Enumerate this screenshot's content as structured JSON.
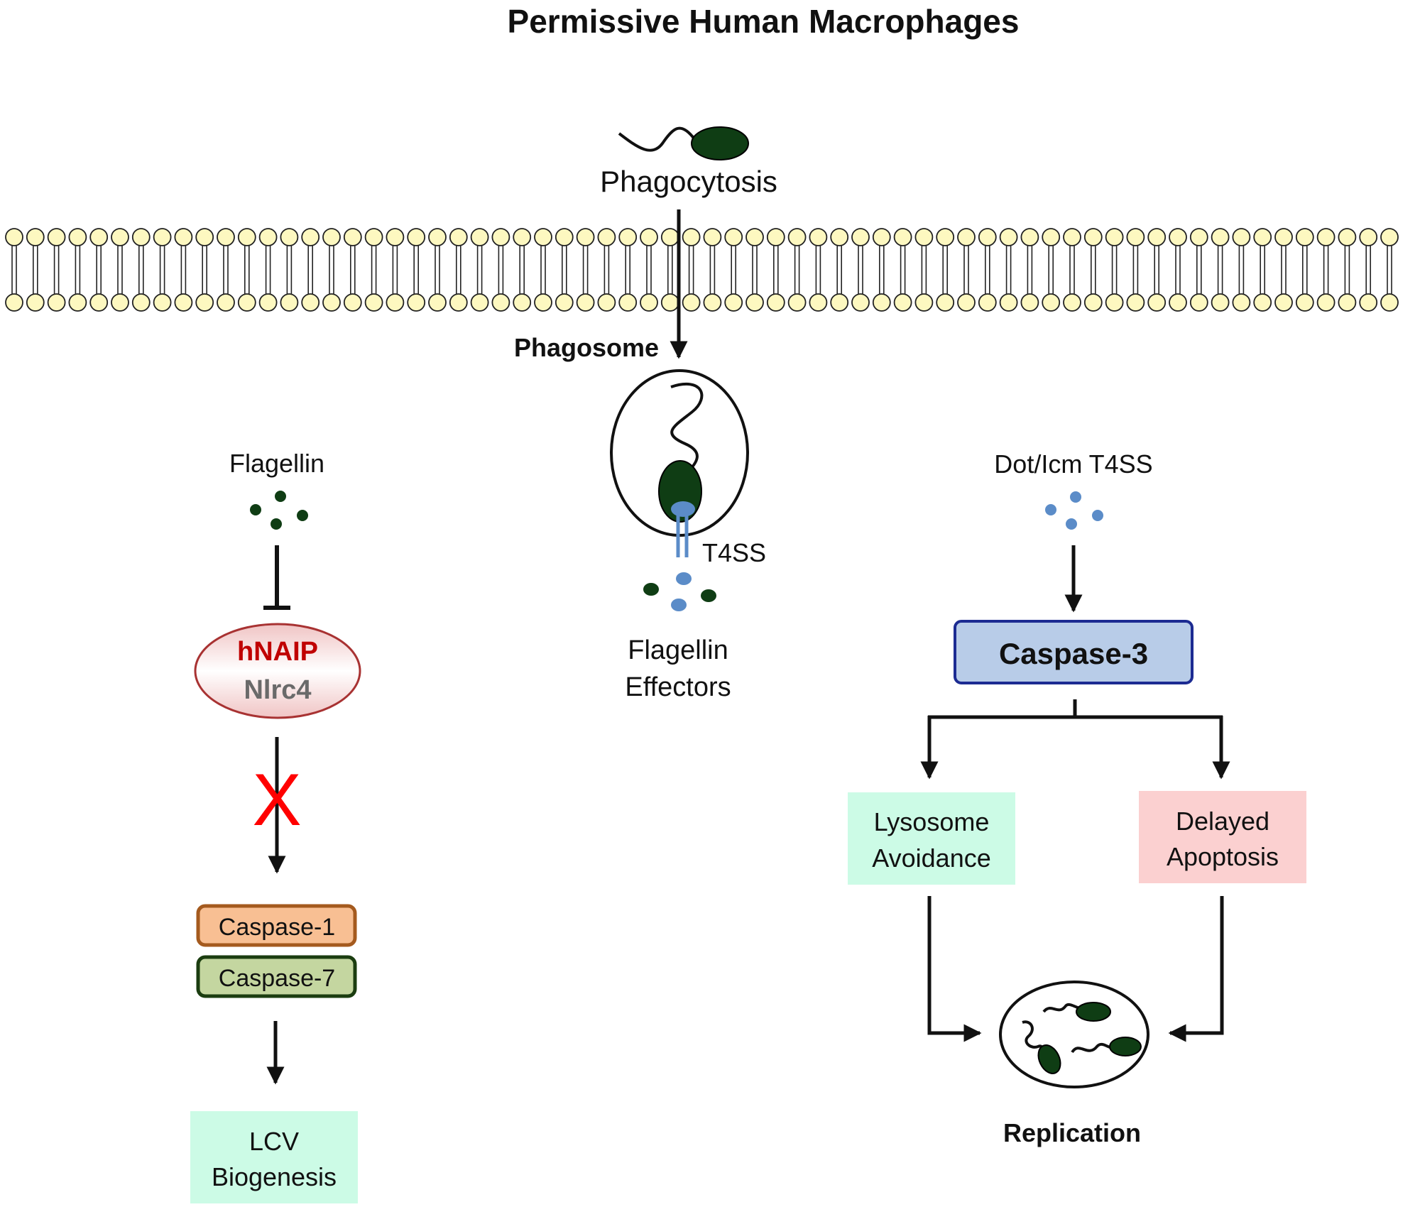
{
  "title": "Permissive Human Macrophages",
  "phagocytosis": "Phagocytosis",
  "phagosome": "Phagosome",
  "t4ss": "T4SS",
  "flagellin_effectors": [
    "Flagellin",
    "Effectors"
  ],
  "left_branch": {
    "flagellin": "Flagellin",
    "receptor": [
      "hNAIP",
      "Nlrc4"
    ],
    "blocked_mark": "X",
    "caspase1": "Caspase-1",
    "caspase7": "Caspase-7",
    "outcome": [
      "LCV",
      "Biogenesis"
    ]
  },
  "right_branch": {
    "dot_icm": "Dot/Icm T4SS",
    "caspase3": "Caspase-3",
    "lysosome": [
      "Lysosome",
      "Avoidance"
    ],
    "apoptosis": [
      "Delayed",
      "Apoptosis"
    ],
    "replication": "Replication"
  },
  "colors": {
    "bacterium": "#0f3d14",
    "effector_dot": "#5b8cc8",
    "membrane_head": "#fdf8c0",
    "hnaip_text": "#c00000",
    "nlrc4_text": "#6a6a6a",
    "block_x": "#ff0000",
    "caspase1_fill": "#f8bf93",
    "caspase1_border": "#a45a1e",
    "caspase7_fill": "#c4d6a0",
    "caspase7_border": "#1b3d10",
    "caspase3_fill": "#b8cce8",
    "caspase3_border": "#1c2b92",
    "mint_box": "#ccfbe6",
    "pink_box": "#fbd0d0"
  }
}
